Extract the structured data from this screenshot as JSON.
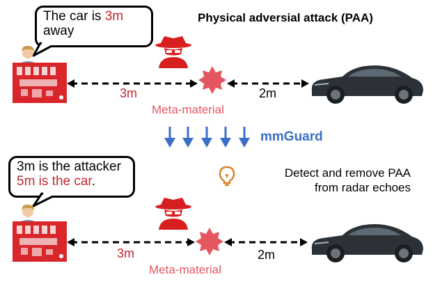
{
  "title": "Physical adversial attack (PAA)",
  "top": {
    "bubble_line1_pre": "The car is ",
    "bubble_line1_red": "3m",
    "bubble_line2": "away",
    "distance_left": "3m",
    "distance_right": "2m",
    "metamaterial_label": "Meta-material"
  },
  "mmguard_label": "mmGuard",
  "detect_line1": "Detect and remove PAA",
  "detect_line2": "from radar echoes",
  "bottom": {
    "bubble_line1": "3m is the attacker",
    "bubble_line2_red": "5m is the car",
    "bubble_line2_end": ".",
    "distance_left": "3m",
    "distance_right": "2m",
    "metamaterial_label": "Meta-material"
  },
  "colors": {
    "accent_red": "#c0282f",
    "metamaterial_pink": "#e5575f",
    "mmguard_blue": "#3a6fc7",
    "car_dark": "#2b3136"
  },
  "icons": [
    "person-icon",
    "radar-board-icon",
    "attacker-icon",
    "starburst-icon",
    "car-icon",
    "arrow-down-icon",
    "lightbulb-icon"
  ]
}
